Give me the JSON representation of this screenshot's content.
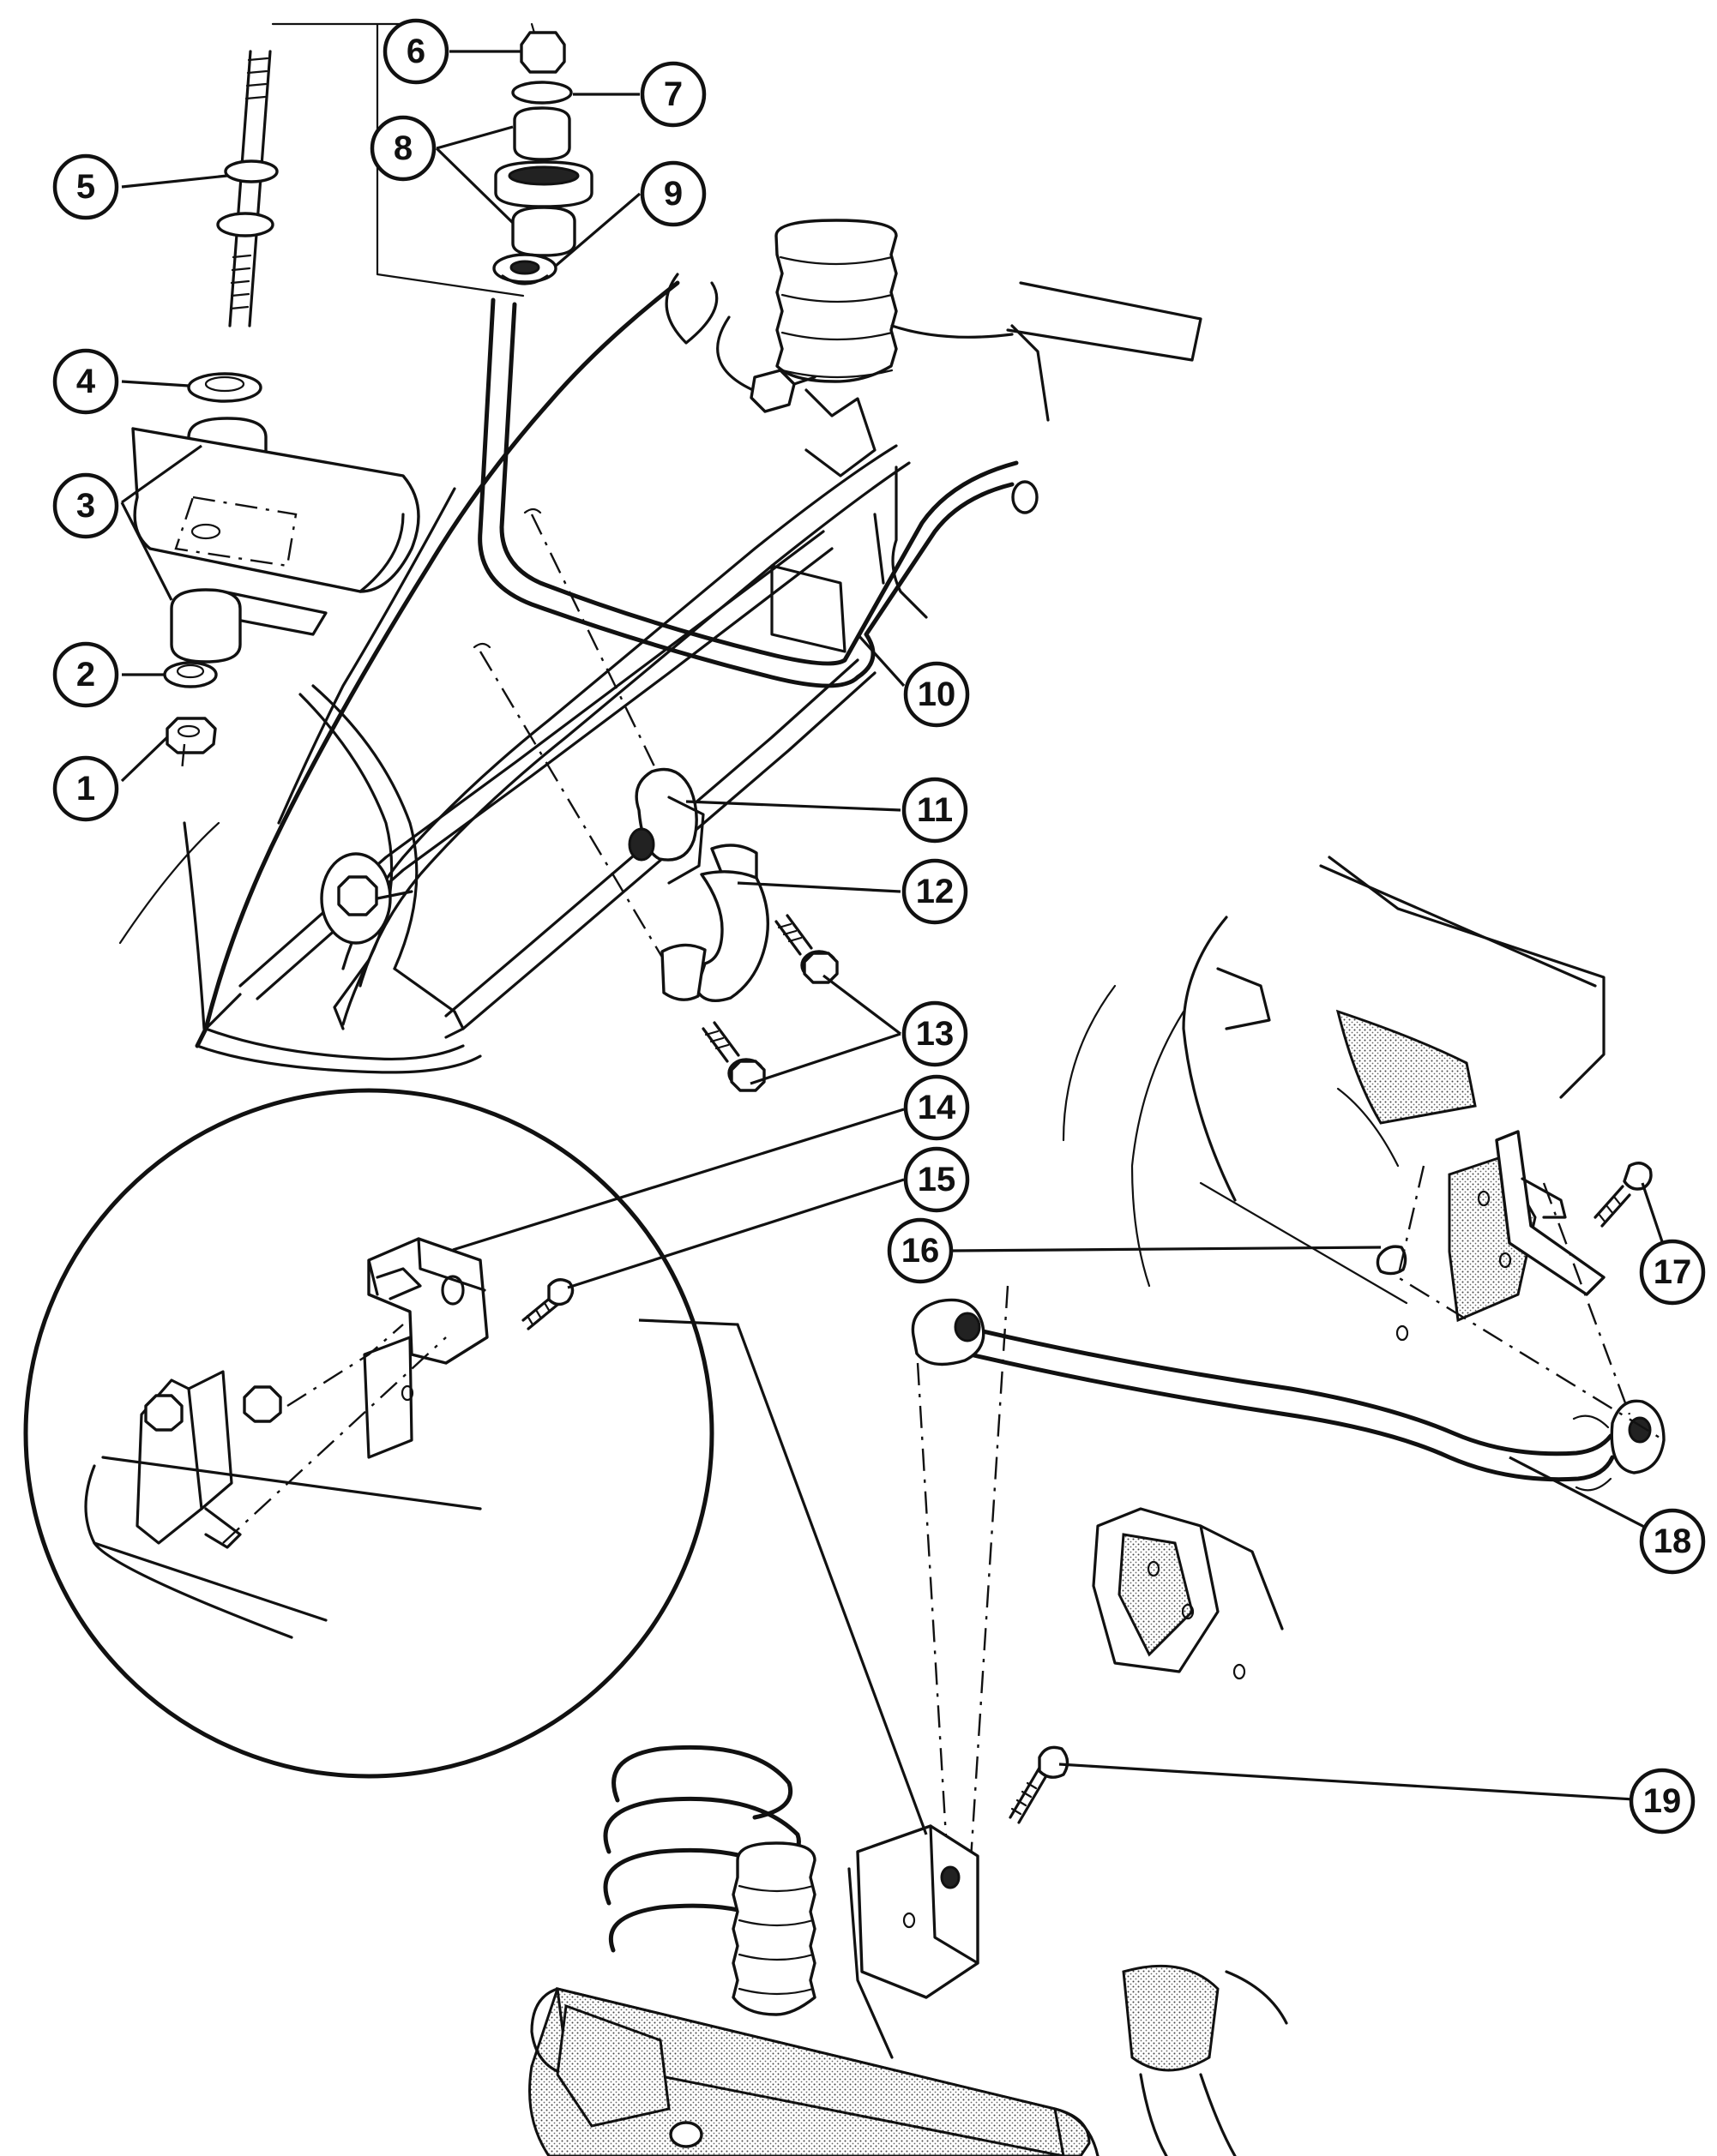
{
  "callouts": [
    {
      "num": "1"
    },
    {
      "num": "2"
    },
    {
      "num": "3"
    },
    {
      "num": "4"
    },
    {
      "num": "5"
    },
    {
      "num": "6"
    },
    {
      "num": "7"
    },
    {
      "num": "8"
    },
    {
      "num": "9"
    },
    {
      "num": "10"
    },
    {
      "num": "11"
    },
    {
      "num": "12"
    },
    {
      "num": "13"
    },
    {
      "num": "14"
    },
    {
      "num": "15"
    },
    {
      "num": "16"
    },
    {
      "num": "17"
    },
    {
      "num": "18"
    },
    {
      "num": "19"
    }
  ]
}
